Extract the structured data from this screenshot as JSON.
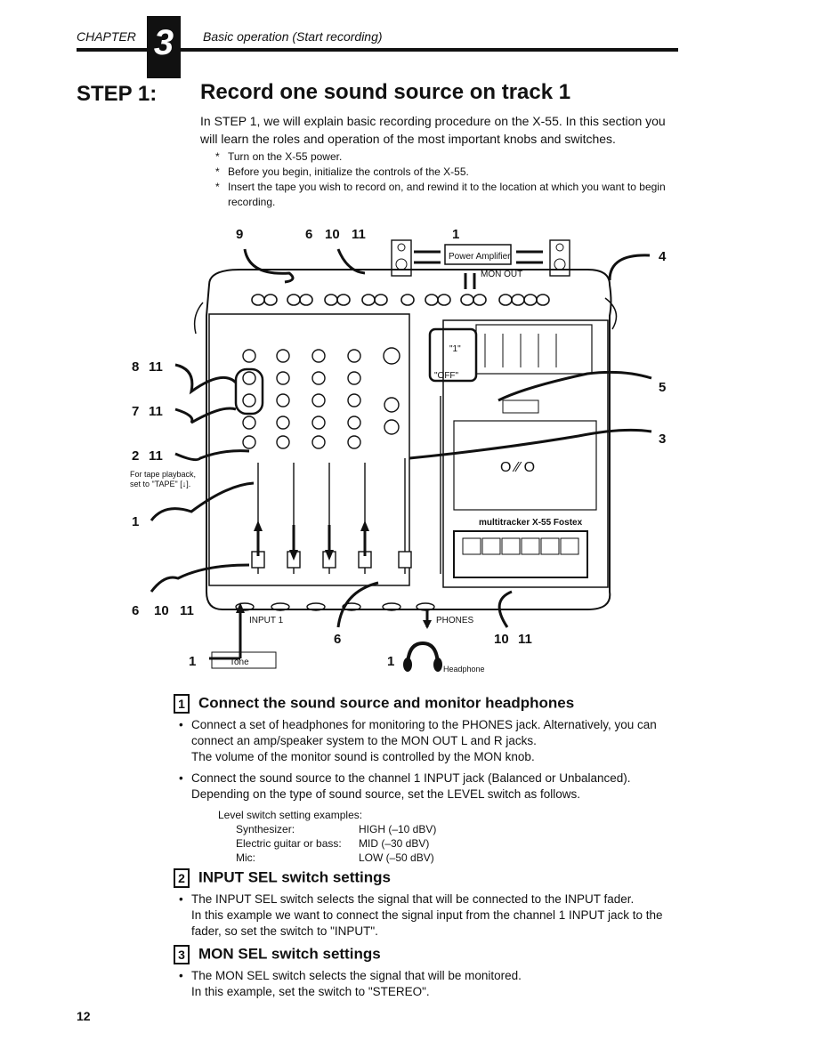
{
  "header": {
    "chapter_label": "CHAPTER",
    "chapter_number": "3",
    "chapter_title": "Basic operation (Start recording)"
  },
  "step": {
    "label": "STEP 1:",
    "title": "Record one sound source on track 1"
  },
  "intro": "In STEP 1, we will explain basic recording procedure on the X-55. In this section you will learn the roles and operation of the most important knobs and switches.",
  "prep_items": [
    "Turn on the X-55 power.",
    "Before you begin, initialize the controls of the X-55.",
    "Insert the tape you wish to record on, and rewind it to the location at which you want to begin recording."
  ],
  "diagram": {
    "callouts": {
      "c9": "9",
      "c6a": "6",
      "c10a": "10",
      "c11a": "11",
      "c1a": "1",
      "c4": "4",
      "c8": "8",
      "c11b": "11",
      "c7": "7",
      "c11c": "11",
      "c2": "2",
      "c11d": "11",
      "c5": "5",
      "c3": "3",
      "c1b": "1",
      "c6b": "6",
      "c10b": "10",
      "c11e": "11",
      "c6c": "6",
      "c10c": "10",
      "c11f": "11",
      "c1c": "1",
      "c1d": "1"
    },
    "power_amplifier": "Power Amplifier",
    "mon_out": "MON OUT",
    "tape_note": "For tape playback, set to \"TAPE\" [↓].",
    "input1": "INPUT 1",
    "phones": "PHONES",
    "tone": "Tone",
    "headphone": "Headphone",
    "brand": "multitracker X-55 Fostex",
    "quote_one": "\"1\"",
    "quote_off": "\"OFF\""
  },
  "sections": [
    {
      "num": "1",
      "title": "Connect the sound source and monitor headphones",
      "bullets": [
        [
          "Connect a set of headphones for monitoring to the PHONES jack. Alternatively, you can connect an amp/speaker system to the MON OUT L and R jacks.",
          "The volume of the monitor sound is controlled by the MON knob."
        ],
        [
          "Connect the sound source to the channel 1 INPUT jack (Balanced or Unbalanced).",
          "Depending on the type of sound source, set the LEVEL switch as follows."
        ]
      ],
      "level_title": "Level switch setting examples:",
      "level_rows": [
        {
          "source": "Synthesizer:",
          "setting": "HIGH (–10 dBV)"
        },
        {
          "source": "Electric guitar or bass:",
          "setting": "MID (–30 dBV)"
        },
        {
          "source": "Mic:",
          "setting": "LOW (–50 dBV)"
        }
      ]
    },
    {
      "num": "2",
      "title": "INPUT SEL switch settings",
      "bullets": [
        [
          "The INPUT SEL switch selects the signal that will be connected to the INPUT fader.",
          "In this example we want to connect the signal input from the channel 1 INPUT jack to the fader, so set the switch to \"INPUT\"."
        ]
      ]
    },
    {
      "num": "3",
      "title": "MON SEL switch settings",
      "bullets": [
        [
          "The MON SEL switch selects the signal that will be monitored.",
          "In this example, set the switch to \"STEREO\"."
        ]
      ]
    }
  ],
  "page_number": "12"
}
